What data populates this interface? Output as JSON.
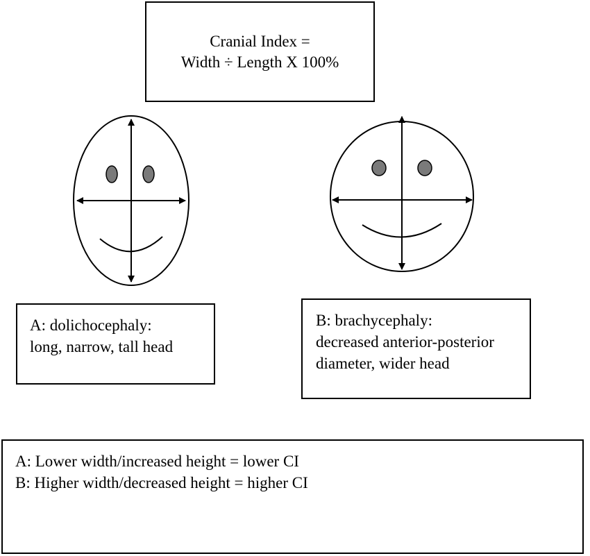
{
  "formula": {
    "line1": "Cranial Index =",
    "line2": "Width ÷ Length X 100%"
  },
  "face_a": {
    "label_line1": "A:  dolichocephaly:",
    "label_line2": "long, narrow, tall head"
  },
  "face_b": {
    "label_line1": "B:  brachycephaly:",
    "label_line2": "decreased anterior-posterior",
    "label_line3": "diameter, wider head"
  },
  "summary": {
    "line1": "A:  Lower width/increased height = lower CI",
    "line2": "B:  Higher width/decreased height = higher CI"
  },
  "colors": {
    "stroke": "#000000",
    "eye_fill": "#7a7a7a"
  }
}
